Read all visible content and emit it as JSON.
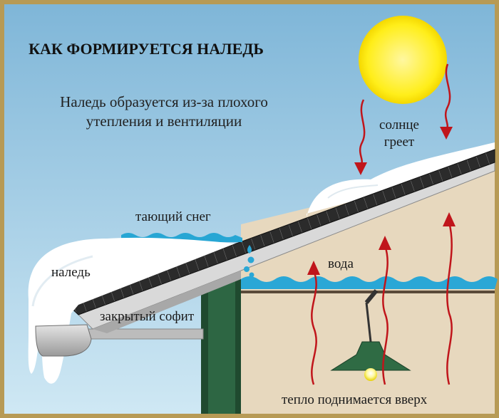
{
  "title": "КАК ФОРМИРУЕТСЯ НАЛЕДЬ",
  "subtitle": "Наледь образуется из-за плохого утепления и вентиляции",
  "labels": {
    "sun": "солнце греет",
    "melting_snow": "тающий снег",
    "ice": "наледь",
    "water": "вода",
    "soffit": "закрытый софит",
    "heat": "тепло поднимается вверх"
  },
  "colors": {
    "sky_top": "#8fbfdc",
    "sky_bottom": "#c9e4f2",
    "sun": "#ffee1a",
    "roof": "#2a2a2a",
    "attic": "#e6d7bd",
    "wall": "#1e4a2e",
    "water": "#29a9d6",
    "heat_arrow": "#c0151b"
  }
}
